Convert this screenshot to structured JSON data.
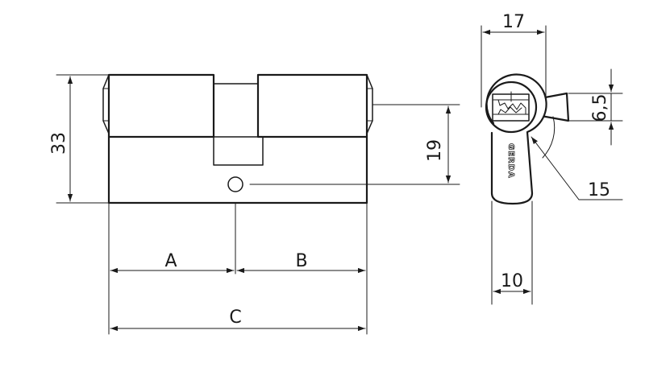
{
  "dimensions": {
    "height": "33",
    "offset": "19",
    "width_front": "17",
    "cam_height": "6,5",
    "cam_radius": "15",
    "bottom_width": "10",
    "side_a": "A",
    "side_b": "B",
    "total": "C"
  },
  "brand": "GERDA",
  "colors": {
    "line": "#1a1a1a",
    "background": "#ffffff"
  }
}
